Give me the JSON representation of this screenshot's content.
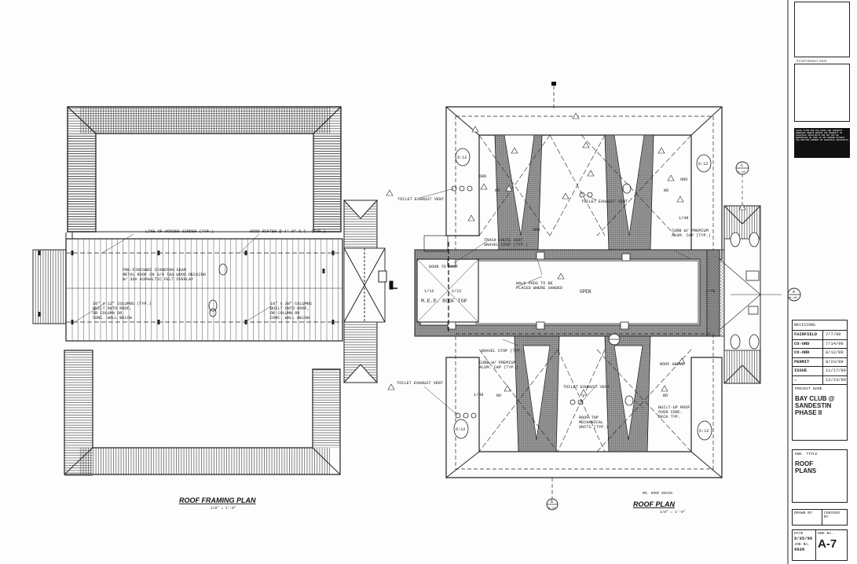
{
  "copyright": "©COPYRIGHT 2000",
  "notice": "THESE PLANS AND THE IDEAS AND CONCEPTS EMBODIED HEREIN REMAIN THE PROPERTY OF FAIRFIELD ARCHITECTS AND MAY NOT BE REPRODUCED OR USED IN ANY MANNER WITHOUT THE WRITTEN CONSENT OF FAIRFIELD ARCHITECTS",
  "revisions": {
    "header": "REVISIONS",
    "rows": [
      {
        "label": "FAIRFIELD",
        "date": "7/7/99"
      },
      {
        "label": "CO-ORD",
        "date": "7/14/99"
      },
      {
        "label": "CO-ORD",
        "date": "8/12/99"
      },
      {
        "label": "PERMIT",
        "date": "8/23/99"
      },
      {
        "label": "ISSUE",
        "date": "11/17/99"
      },
      {
        "label": "⚠",
        "date": "12/23/99"
      }
    ]
  },
  "project": {
    "caption": "PROJECT NAME",
    "name": "BAY CLUB @ SANDESTIN PHASE II"
  },
  "drawing_title": {
    "caption": "DWG. TITLE",
    "name": "ROOF PLANS"
  },
  "drawn_by": "DRAWN BY",
  "checked_by": "CHECKED BY",
  "date": {
    "caption": "DATE",
    "value": "5/25/99"
  },
  "dwg_no": {
    "caption": "DWG No.",
    "value": "A-7"
  },
  "job_no": {
    "caption": "JOB No.",
    "value": "9928"
  },
  "left_plan": {
    "title": "ROOF FRAMING PLAN",
    "scale": "1/8\" = 1'-0\"",
    "notes": {
      "girder": "LINE OF WOODEN GIRDER (TYP.)",
      "rafter": "WOOD RAFTER @ 4'-0\" O.C. (TYP.)",
      "roof1": "PRE-FINISHED STANDING SEAM",
      "roof2": "METAL ROOF ON 3/4 T&G WOOD DECKING",
      "roof3": "W/ 30# ASPHALTIC FELT OVERLAY",
      "col1a": "10\" x 12\" COLUMNS (TYP.)",
      "col1b": "BUILT ONTO ROOF,",
      "col1c": "OR COLUMN OR",
      "col1d": "CONC. WALL BELOW",
      "col2a": "10\" x 30\" COLUMNS",
      "col2b": "BUILT ONTO ROOF,",
      "col2c": "OR COLUMN OR",
      "col2d": "CONC. WALL BELOW"
    }
  },
  "right_plan": {
    "title": "ROOF PLAN",
    "scale": "1/8\" = 1'-0\"",
    "legend": "RD. ROOF DRAIN",
    "notes": {
      "toilet1": "TOILET EXHAUST VENT",
      "toilet2": "TOILET EXHAUST VENT",
      "toilet3": "TOILET EXHAUST VENT",
      "toilet4": "TOILET EXHAUST VENT",
      "trash1": "TRASH CHUTE VENT",
      "trash2": "GRAVEL STOP (TYP.)",
      "door": "DOOR TO ROOF",
      "mep": "M.E.P. ROOF TOP",
      "walk1": "WALK PADS TO BE",
      "walk2": "PLACED WHERE SHADED",
      "open": "OPEN",
      "curb1": "CURB W/ PREMIUM",
      "curb1b": "ALUM. CAP (TYP.)",
      "curb2": "CURB W/ PREMIUM",
      "curb2b": "ALUM. CAP (TYP.)",
      "gravel": "GRAVEL STOP (TYP.)",
      "above": "ROOF ABOVE",
      "mech1": "ROOF TOP",
      "mech2": "MECHANICAL",
      "mech3": "UNITS (TYP.)",
      "built1": "BUILT-UP ROOF",
      "built2": "OVER CONC.",
      "built3": "DECK TYP.",
      "rd": "RD",
      "ord": "ORD",
      "l12": "1/12",
      "l48": "1/48",
      "s612": "6:12"
    }
  },
  "markers": {
    "sec_a": "A",
    "sec_ref": "A-10",
    "sec_b": "B",
    "sec_ref_b": "A-10",
    "sec_c": "C",
    "sec_ref_c": "A-10"
  }
}
